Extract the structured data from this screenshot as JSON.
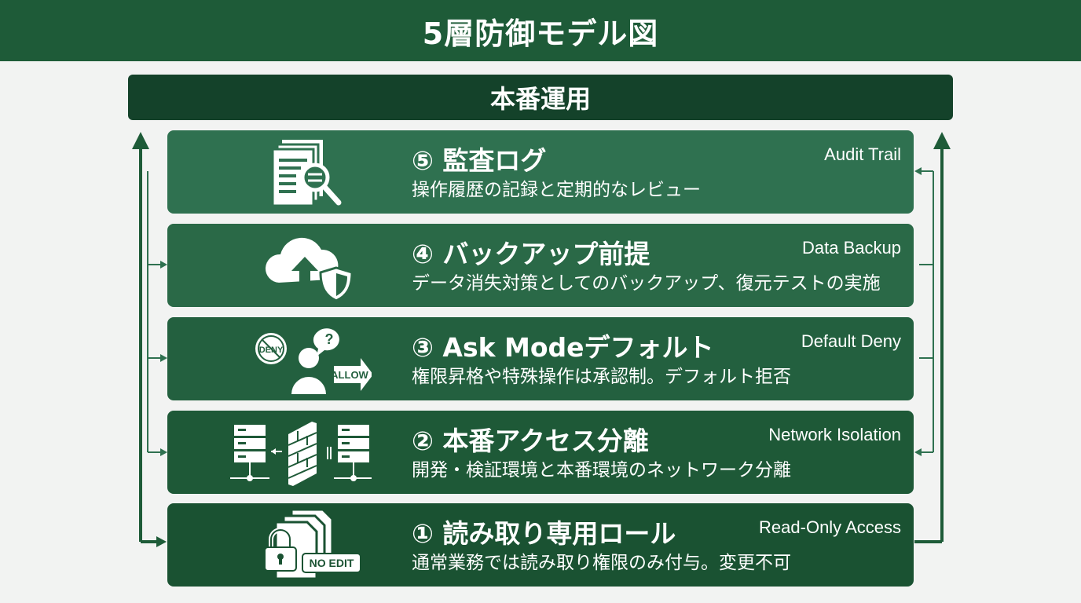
{
  "title": "5層防御モデル図",
  "banner": "本番運用",
  "layers": [
    {
      "heading": "⑤ 監査ログ",
      "desc": "操作履歴の記録と定期的なレビュー",
      "en": "Audit Trail",
      "icon": "audit-log-magnifier-icon",
      "color": "#2f7150"
    },
    {
      "heading": "④ バックアップ前提",
      "desc": "データ消失対策としてのバックアップ、復元テストの実施",
      "en": "Data Backup",
      "icon": "cloud-upload-shield-icon",
      "color": "#2a6947"
    },
    {
      "heading": "③ Ask Modeデフォルト",
      "desc": "権限昇格や特殊操作は承認制。デフォルト拒否",
      "en": "Default Deny",
      "icon": "deny-allow-user-icon",
      "color": "#23603f",
      "deny_label": "DENY",
      "allow_label": "ALLOW"
    },
    {
      "heading": "② 本番アクセス分離",
      "desc": "開発・検証環境と本番環境のネットワーク分離",
      "en": "Network Isolation",
      "icon": "server-firewall-icon",
      "color": "#1e5937"
    },
    {
      "heading": "① 読み取り専用ロール",
      "desc": "通常業務では読み取り権限のみ付与。変更不可",
      "en": "Read-Only Access",
      "icon": "lock-no-edit-icon",
      "color": "#1a5232",
      "noedit_label": "NO EDIT"
    }
  ]
}
